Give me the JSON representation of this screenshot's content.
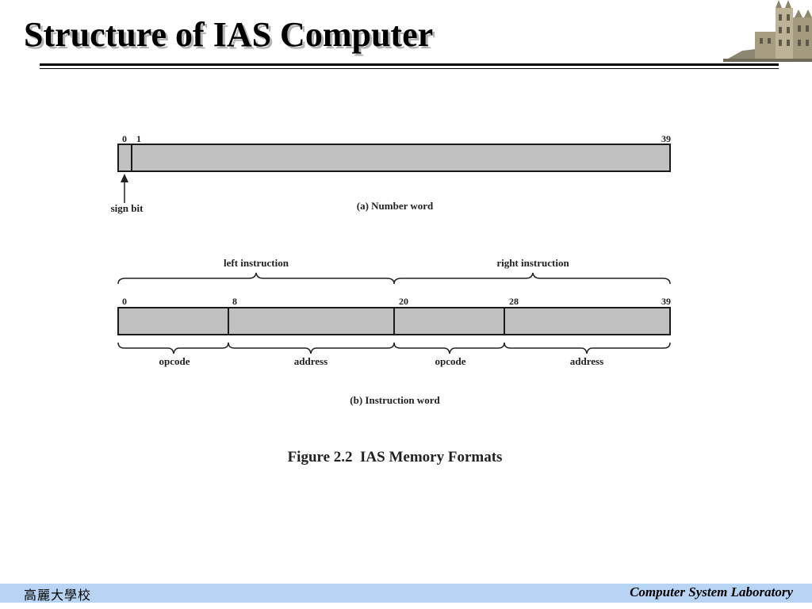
{
  "slide": {
    "title": "Structure of IAS Computer"
  },
  "number_word": {
    "bit_labels": [
      "0",
      "1",
      "39"
    ],
    "annotation": "sign bit",
    "caption": "(a) Number word"
  },
  "instruction_word": {
    "group_labels": [
      "left instruction",
      "right instruction"
    ],
    "bit_labels": [
      "0",
      "8",
      "20",
      "28",
      "39"
    ],
    "field_labels": [
      "opcode",
      "address",
      "opcode",
      "address"
    ],
    "caption": "(b) Instruction word"
  },
  "figure": {
    "caption": "Figure 2.2  IAS Memory Formats"
  },
  "footer": {
    "school": "高麗大學校",
    "lab": "Computer System Laboratory"
  },
  "colors": {
    "field_fill": "#c0c0c0",
    "footer_bar": "#b8d4f4"
  }
}
